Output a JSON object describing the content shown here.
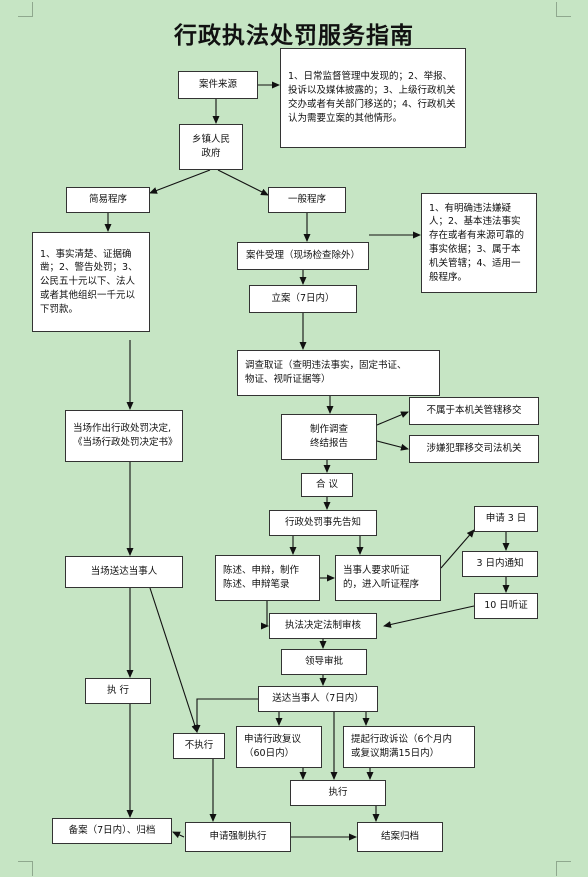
{
  "title": "行政执法处罚服务指南",
  "nodes": {
    "case_source": "案件来源",
    "case_source_note": "1、日常监督管理中发现的；2、举报、投诉以及媒体披露的；3、上级行政机关交办或者有关部门移送的；4、行政机关认为需要立案的其他情形。",
    "township_gov": "乡镇人民\n政府",
    "simple_procedure": "简易程序",
    "general_procedure": "一般程序",
    "simple_conditions": "1、事实清楚、证据确凿；2、警告处罚；3、公民五十元以下、法人或者其他组织一千元以下罚款。",
    "general_conditions": "1、有明确违法嫌疑人；2、基本违法事实存在或者有来源可靠的事实依据；3、属于本机关管辖；4、适用一般程序。",
    "case_acceptance": "案件受理（现场检查除外）",
    "filing": "立案（7日内）",
    "investigation": "调查取证（查明违法事实，固定书证、\n物证、视听证据等）",
    "onsite_decision": "当场作出行政处罚决定,《当场行政处罚决定书》",
    "investigation_report": "制作调查\n终结报告",
    "not_jurisdiction": "不属于本机关管辖移交",
    "criminal_transfer": "涉嫌犯罪移交司法机关",
    "review": "合  议",
    "prior_notice": "行政处罚事先告知",
    "hearing_request": "申请 3 日",
    "hearing_notice": "3 日内通知",
    "hearing": "10 日听证",
    "onsite_delivery": "当场送达当事人",
    "defense": "陈述、申辩，制作\n陈述、申辩笔录",
    "party_hearing": "当事人要求听证\n的，进入听证程序",
    "legal_review": "执法决定法制审核",
    "leader_approval": "领导审批",
    "execute_left": "执  行",
    "deliver_party": "送达当事人（7日内）",
    "not_execute": "不执行",
    "admin_reconsider": "申请行政复议\n（60日内）",
    "admin_lawsuit": "提起行政诉讼（6个月内\n或复议期满15日内）",
    "execute_right": "执行",
    "archive_left": "备案（7日内）、归档",
    "force_execute": "申请强制执行",
    "close_archive": "结案归档"
  }
}
